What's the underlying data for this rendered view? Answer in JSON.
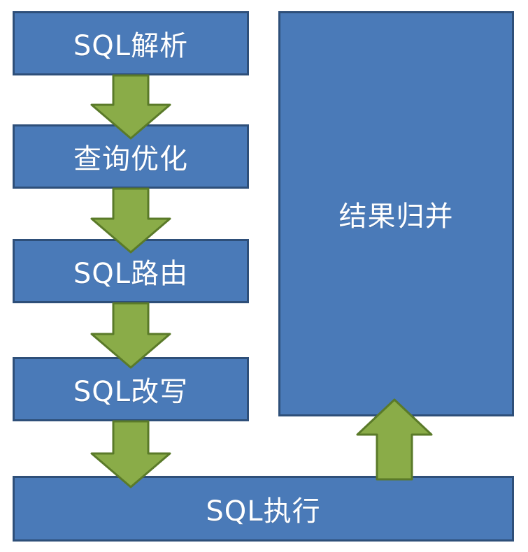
{
  "diagram": {
    "steps": {
      "parse": "SQL解析",
      "optimize": "查询优化",
      "route": "SQL路由",
      "rewrite": "SQL改写",
      "execute": "SQL执行",
      "merge": "结果归并"
    },
    "colors": {
      "box_fill": "#4a7ab8",
      "box_border": "#2e4f79",
      "arrow_fill": "#8aac48",
      "arrow_stroke": "#5a7a29",
      "text": "#ffffff"
    }
  }
}
